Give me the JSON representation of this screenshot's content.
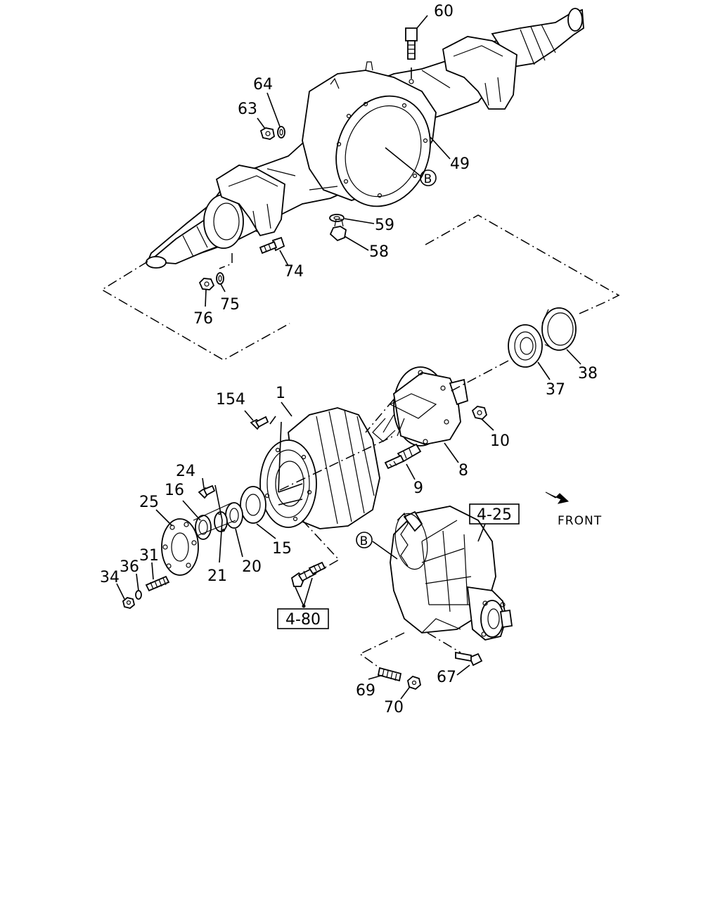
{
  "callouts": {
    "p60": "60",
    "p64": "64",
    "p63": "63",
    "p49": "49",
    "pB1": "B",
    "p59": "59",
    "p58": "58",
    "p74": "74",
    "p75": "75",
    "p76": "76",
    "p38": "38",
    "p37": "37",
    "p154": "154",
    "p1": "1",
    "p10": "10",
    "p8": "8",
    "p9": "9",
    "p24": "24",
    "p16": "16",
    "p25": "25",
    "p31": "31",
    "p36": "36",
    "p34": "34",
    "p21": "21",
    "p20": "20",
    "p15": "15",
    "pB2": "B",
    "p67": "67",
    "p69": "69",
    "p70": "70"
  },
  "references": {
    "ref_4_25": "4-25",
    "ref_4_80": "4-80"
  },
  "direction": {
    "front_label": "FRONT",
    "arrow_icon": "front-direction-arrow-icon"
  },
  "colors": {
    "ink": "#000000",
    "paper": "#ffffff"
  }
}
